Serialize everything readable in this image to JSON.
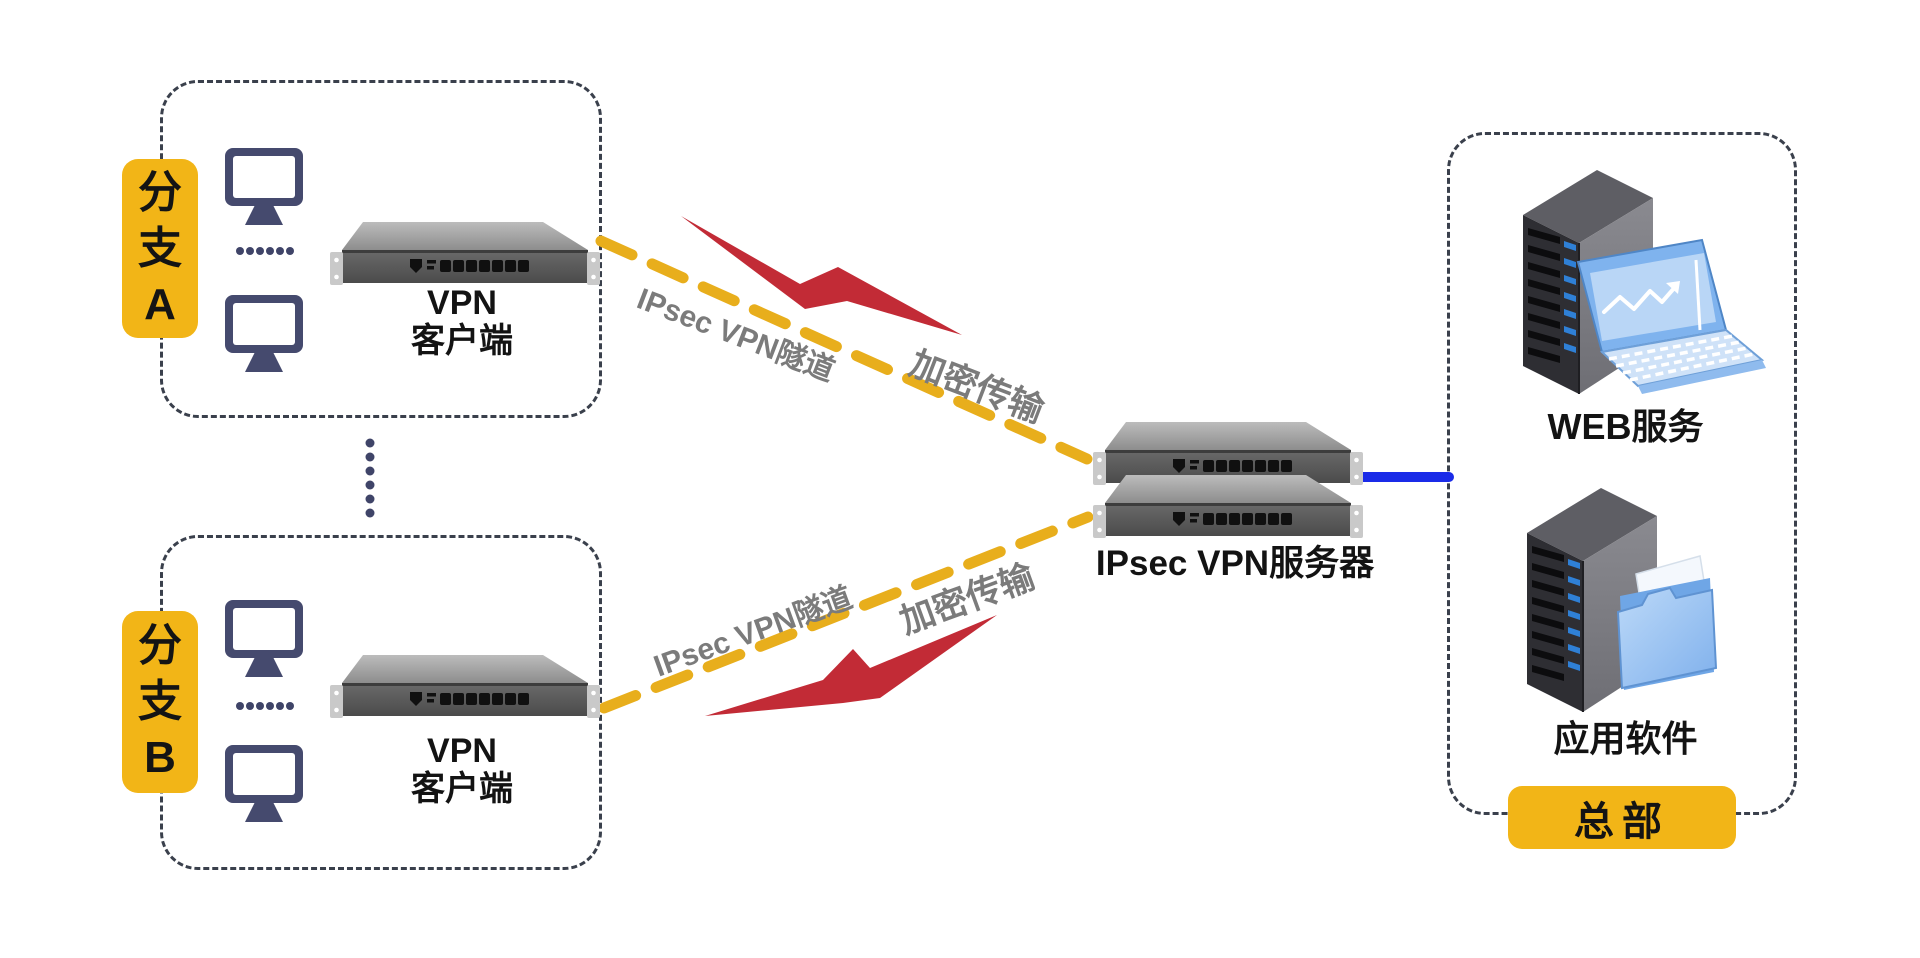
{
  "colors": {
    "background": "#ffffff",
    "badge_yellow": "#F2B517",
    "tunnel_yellow": "#E8AE1C",
    "lightning_red": "#C22B36",
    "tunnel_text_gray": "#7b7b7b",
    "monitor_navy": "#454A6E",
    "link_blue": "#1A2BE8",
    "dashed_border": "#3a404c",
    "label_black": "#131313"
  },
  "icons": {
    "monitor": "desktop-monitor-icon",
    "rack_appliance": "1u-rack-appliance-icon",
    "tower_server": "tower-server-icon",
    "laptop_chart": "laptop-chart-icon",
    "folder": "blue-folder-icon",
    "lightning": "red-lightning-icon"
  },
  "branch_a": {
    "badge_chars": [
      "分",
      "支",
      "A"
    ],
    "device_label": {
      "line1": "VPN",
      "line2": "客户端"
    }
  },
  "branch_b": {
    "badge_chars": [
      "分",
      "支",
      "B"
    ],
    "device_label": {
      "line1": "VPN",
      "line2": "客户端"
    }
  },
  "tunnel_a": {
    "name": "IPsec VPN隧道",
    "transport": "加密传输"
  },
  "tunnel_b": {
    "name": "IPsec VPN隧道",
    "transport": "加密传输"
  },
  "vpn_server": {
    "label": "IPsec VPN服务器"
  },
  "hq": {
    "badge": "总部",
    "web_service": "WEB服务",
    "app_software": "应用软件"
  }
}
